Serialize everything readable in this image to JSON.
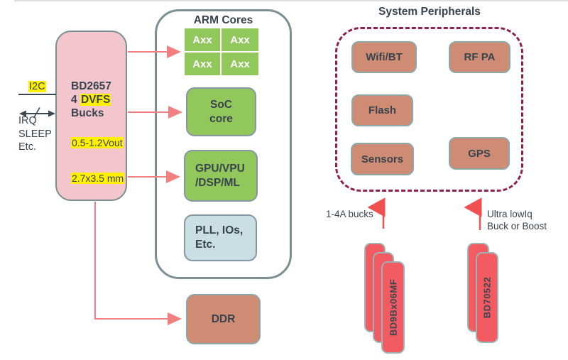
{
  "colors": {
    "pink_fill": "#f3c6ce",
    "green_fill": "#92c75c",
    "blue_fill": "#c9dfe3",
    "salmon_fill": "#cf8c74",
    "chip_fill": "#f25b61",
    "container_border": "#7b8e91",
    "dashed_border": "#8e2051",
    "arrow_salmon": "#f38080",
    "arrow_red": "#f0504f",
    "text_dark": "#39434d",
    "highlight_yellow": "#ffef00"
  },
  "pmic": {
    "name_line": "BD2657",
    "line2_prefix": "4 ",
    "line2_highlight": "DVFS",
    "line3": "Bucks",
    "vout_spec": "0.5-1.2Vout",
    "size_spec": "2.7x3.5 mm"
  },
  "signals": {
    "i2c": "I2C",
    "irq": "IRQ",
    "sleep": "SLEEP",
    "etc": "Etc."
  },
  "arm": {
    "title": "ARM Cores",
    "cores": [
      "Axx",
      "Axx",
      "Axx",
      "Axx"
    ],
    "soc_line1": "SoC",
    "soc_line2": "core",
    "gpu_line1": "GPU/VPU",
    "gpu_line2": "/DSP/ML",
    "pll_line1": "PLL, IOs,",
    "pll_line2": "Etc."
  },
  "ddr_label": "DDR",
  "peripherals": {
    "title": "System Peripherals",
    "items": [
      "Wifi/BT",
      "RF PA",
      "Flash",
      "Sensors",
      "GPS"
    ]
  },
  "supplies": {
    "bucks_label": "1-4A bucks",
    "ultra_label_line1": "Ultra lowIq",
    "ultra_label_line2": "Buck or Boost",
    "bucks_chip": "BD9Bx06MF",
    "ultra_chip": "BD70522"
  }
}
